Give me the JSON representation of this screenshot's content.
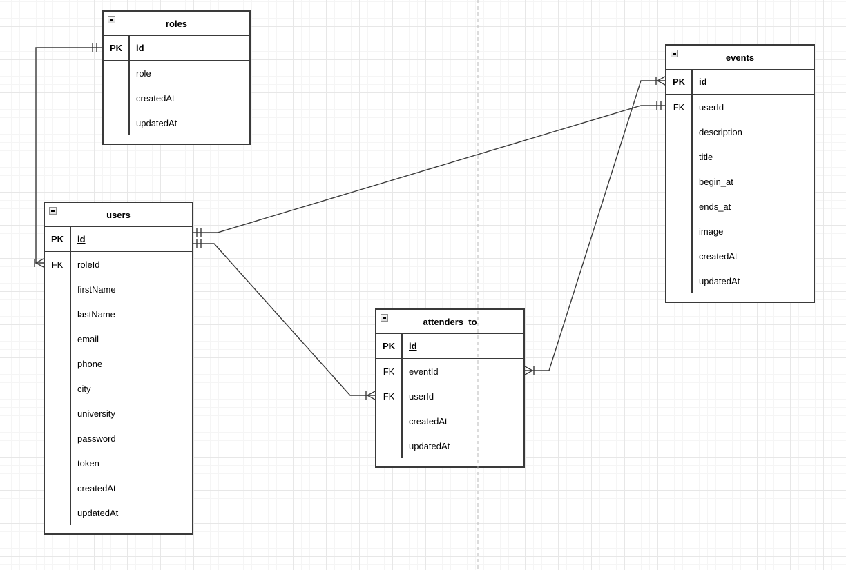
{
  "page": {
    "background_color": "#ffffff",
    "grid_minor_color": "#f5f5f5",
    "grid_major_color": "#e7e7e7",
    "page_break_color": "#b9b9b9",
    "stroke_color": "#3a3a3a"
  },
  "tables": [
    {
      "id": "roles",
      "title": "roles",
      "collapse_icon": "minus-square-icon",
      "rows": [
        {
          "key": "PK",
          "field": "id",
          "primary": true
        },
        {
          "key": "",
          "field": "role"
        },
        {
          "key": "",
          "field": "createdAt"
        },
        {
          "key": "",
          "field": "updatedAt"
        }
      ]
    },
    {
      "id": "users",
      "title": "users",
      "collapse_icon": "minus-square-icon",
      "rows": [
        {
          "key": "PK",
          "field": "id",
          "primary": true
        },
        {
          "key": "FK",
          "field": "roleId"
        },
        {
          "key": "",
          "field": "firstName"
        },
        {
          "key": "",
          "field": "lastName"
        },
        {
          "key": "",
          "field": "email"
        },
        {
          "key": "",
          "field": "phone"
        },
        {
          "key": "",
          "field": "city"
        },
        {
          "key": "",
          "field": "university"
        },
        {
          "key": "",
          "field": "password"
        },
        {
          "key": "",
          "field": "token"
        },
        {
          "key": "",
          "field": "createdAt"
        },
        {
          "key": "",
          "field": "updatedAt"
        }
      ]
    },
    {
      "id": "attenders_to",
      "title": "attenders_to",
      "collapse_icon": "minus-square-icon",
      "rows": [
        {
          "key": "PK",
          "field": "id",
          "primary": true
        },
        {
          "key": "FK",
          "field": "eventId"
        },
        {
          "key": "FK",
          "field": "userId"
        },
        {
          "key": "",
          "field": "createdAt"
        },
        {
          "key": "",
          "field": "updatedAt"
        }
      ]
    },
    {
      "id": "events",
      "title": "events",
      "collapse_icon": "minus-square-icon",
      "rows": [
        {
          "key": "PK",
          "field": "id",
          "primary": true
        },
        {
          "key": "FK",
          "field": "userId"
        },
        {
          "key": "",
          "field": "description"
        },
        {
          "key": "",
          "field": "title"
        },
        {
          "key": "",
          "field": "begin_at"
        },
        {
          "key": "",
          "field": "ends_at"
        },
        {
          "key": "",
          "field": "image"
        },
        {
          "key": "",
          "field": "createdAt"
        },
        {
          "key": "",
          "field": "updatedAt"
        }
      ]
    }
  ],
  "relationships": [
    {
      "name": "roles-users",
      "from": "roles.id",
      "to": "users.roleId",
      "from_cardinality": "one",
      "to_cardinality": "many"
    },
    {
      "name": "users-events",
      "from": "users.id",
      "to": "events.userId",
      "from_cardinality": "one",
      "to_cardinality": "one"
    },
    {
      "name": "users-attenders_to",
      "from": "users.id",
      "to": "attenders_to.userId",
      "from_cardinality": "one",
      "to_cardinality": "many"
    },
    {
      "name": "attenders_to-events",
      "from": "attenders_to.eventId",
      "to": "events.id",
      "from_cardinality": "many",
      "to_cardinality": "many"
    }
  ]
}
